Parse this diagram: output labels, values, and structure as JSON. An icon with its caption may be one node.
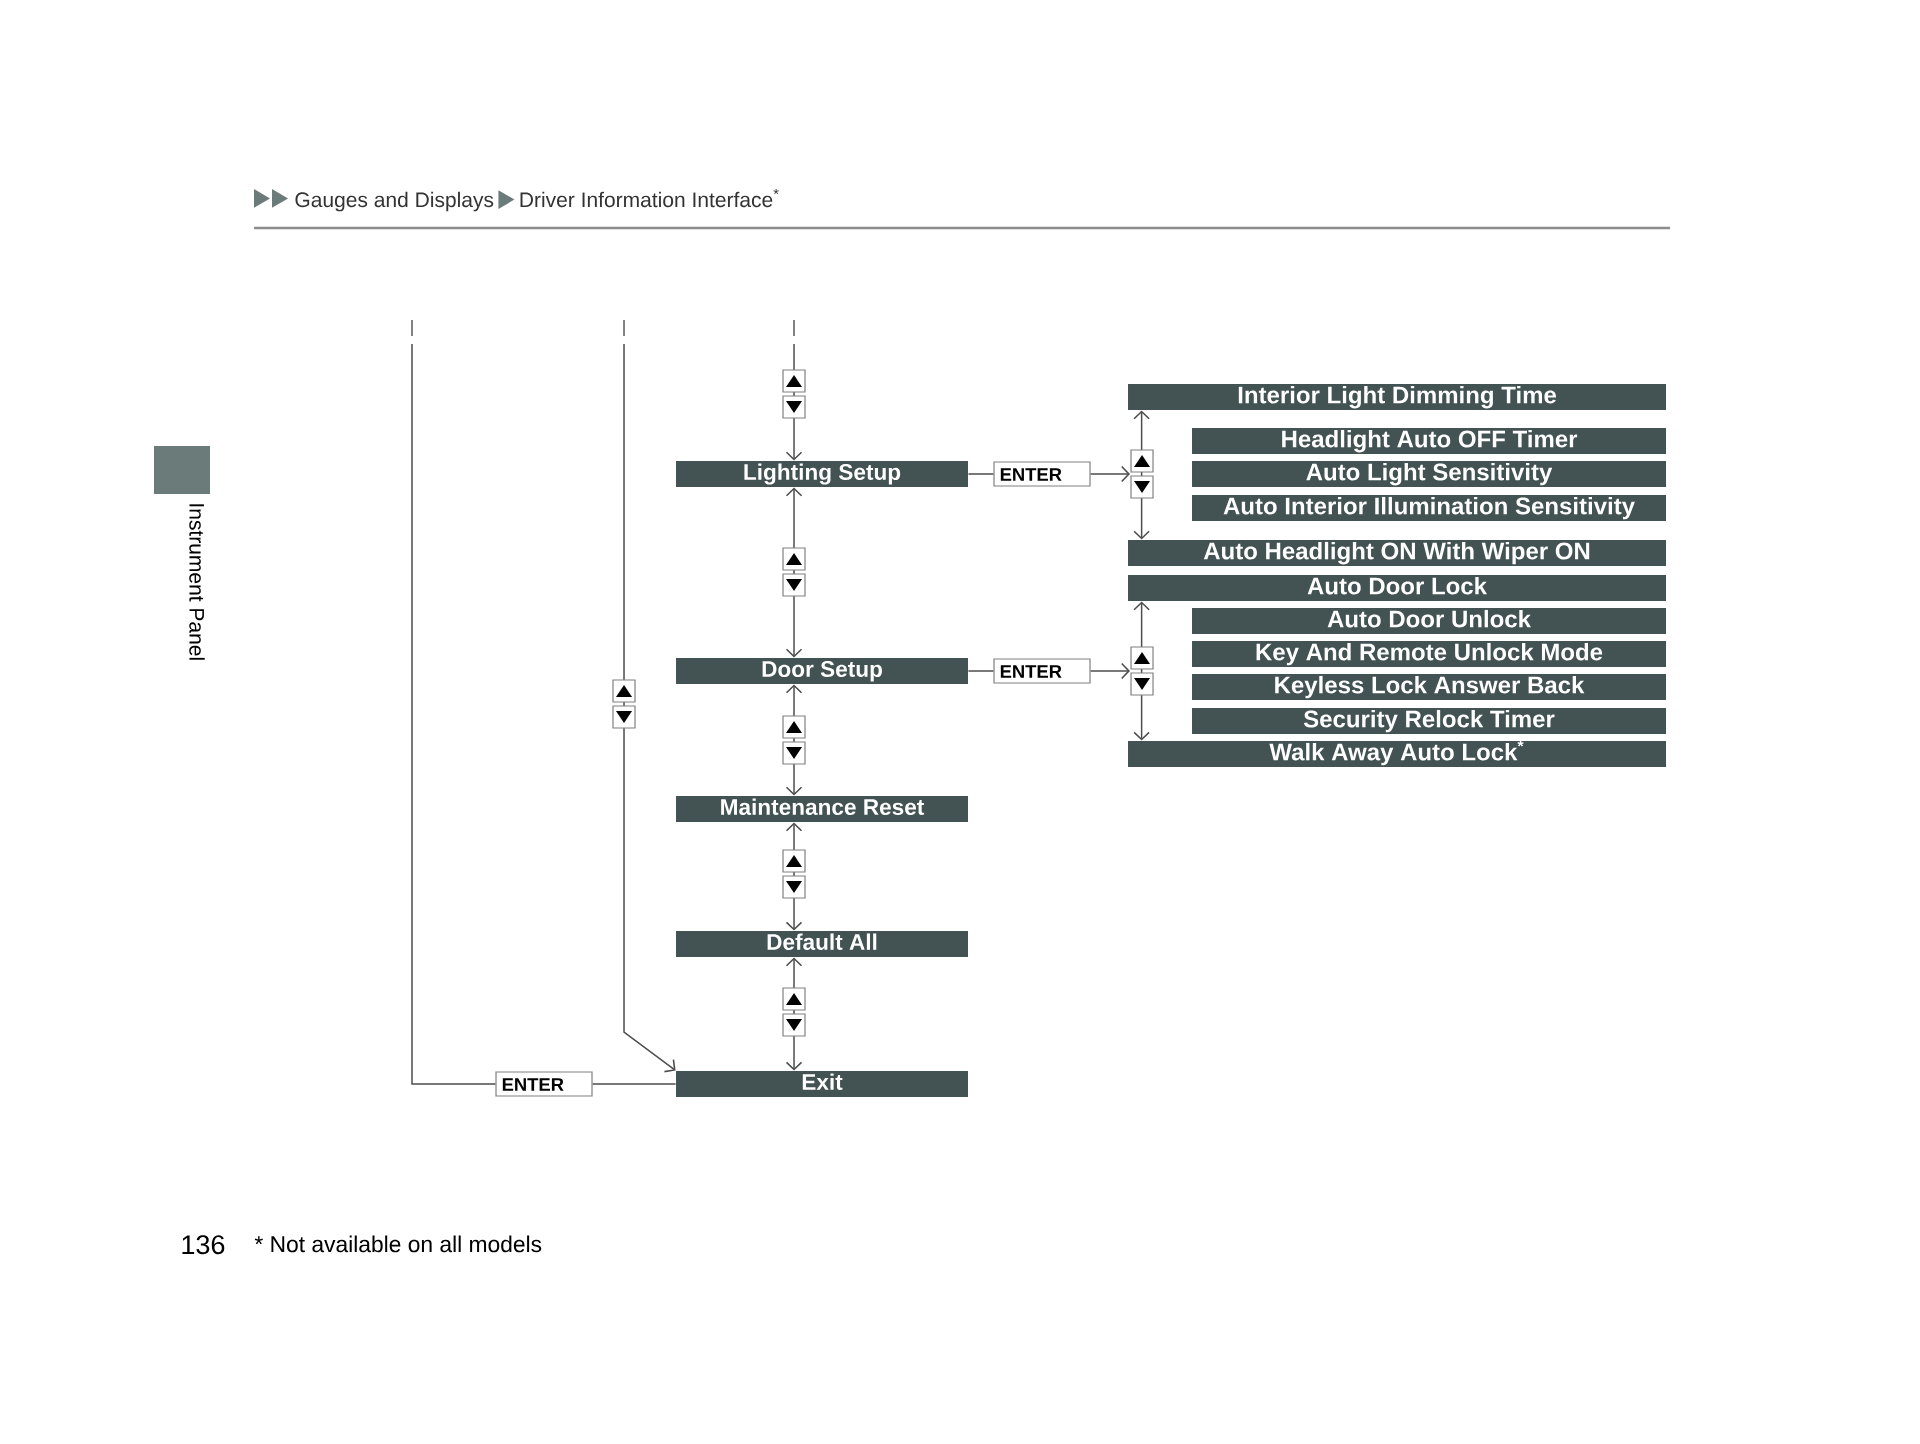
{
  "diagram": {
    "nodes": [
      {
        "text": [
          "Lighting Setup"
        ]
      },
      {
        "text": [
          "ENTER"
        ]
      },
      {
        "text": [
          "Interior Light Dimming Time"
        ]
      },
      {
        "text": [
          "Headlight Auto OFF Timer"
        ]
      },
      {
        "text": [
          "Auto Light Sensitivity"
        ]
      },
      {
        "text": [
          "Auto Interior Illumination Sensitivity"
        ]
      },
      {
        "text": [
          "Auto Headlight ON With Wiper ON"
        ]
      },
      {
        "text": [
          "Door Setup"
        ]
      },
      {
        "text": [
          "ENTER"
        ]
      },
      {
        "text": [
          "Auto Door Lock"
        ]
      },
      {
        "text": [
          "Auto Door Unlock"
        ]
      },
      {
        "text": [
          "Key And Remote Unlock Mode"
        ]
      },
      {
        "text": [
          "Keyless Lock Answer Back"
        ]
      },
      {
        "text": [
          "Security Relock Timer"
        ]
      },
      {
        "text": [
          "Walk Away Auto Lock$^{*}$"
        ]
      },
      {
        "text": [
          "Maintenance Reset"
        ]
      },
      {
        "text": [
          "Default All"
        ]
      },
      {
        "text": [
          "ENTER"
        ]
      },
      {
        "text": [
          "Exit"
        ]
      }
    ],
    "edges": [
      {
        "from": null,
        "to": 0,
        "arrow": "to"
      },
      {
        "from": 0,
        "to": 7,
        "arrow": "both"
      },
      {
        "from": 7,
        "to": 15,
        "arrow": "both"
      },
      {
        "from": 15,
        "to": 16,
        "arrow": "both"
      },
      {
        "from": 16,
        "to": 18,
        "arrow": "both"
      },
      {
        "from": 0,
        "to": 1,
        "arrow": "none"
      },
      {
        "from": 1,
        "to": null,
        "arrow": "to"
      },
      {
        "from": 2,
        "to": 6,
        "arrow": "both"
      },
      {
        "from": 7,
        "to": 8,
        "arrow": "none"
      },
      {
        "from": 8,
        "to": null,
        "arrow": "to"
      },
      {
        "from": 9,
        "to": 14,
        "arrow": "both"
      },
      {
        "from": null,
        "to": 18,
        "arrow": "to"
      },
      {
        "from": 18,
        "to": 17,
        "arrow": "none"
      },
      {
        "from": 17,
        "to": null,
        "arrow": "none"
      }
    ],
    "labels": [
      "Gauges and Displays",
      "Driver Information Interface$^{*}$",
      "Instrument Panel",
      "136",
      "* Not available on all models"
    ]
  }
}
